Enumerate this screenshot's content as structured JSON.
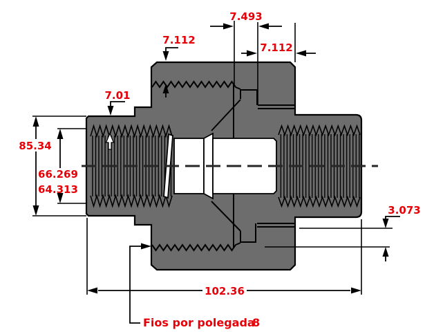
{
  "drawing": {
    "type": "pipe-union-cross-section",
    "labels": {
      "dim_7_493": "7.493",
      "dim_7_112_right": "7.112",
      "dim_7_112_left": "7.112",
      "dim_7_01": "7.01",
      "dim_85_34": "85.34",
      "dim_66_269": "66.269",
      "dim_64_313": "64.313",
      "dim_3_073": "3.073",
      "dim_102_36": "102.36",
      "thread_note_label": "Fios por polegada",
      "thread_note_value": "8"
    },
    "colors": {
      "body_fill": "#6d6d6d",
      "outline": "#000000",
      "dimension_red": "#e60008",
      "background": "#ffffff",
      "centerline": "#262626"
    }
  }
}
